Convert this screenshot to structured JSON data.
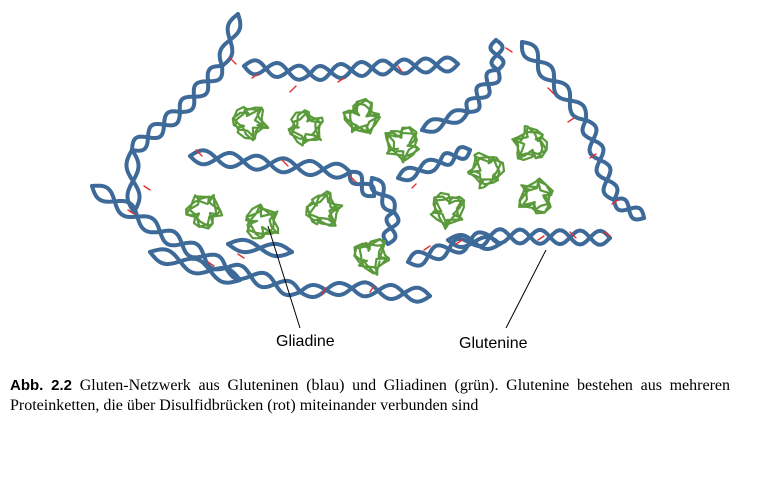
{
  "figure": {
    "label_gliadine": "Gliadine",
    "label_glutenine": "Glutenine",
    "colors": {
      "glutenin_strand": "#3d6a99",
      "gliadin_coil": "#5a9a3a",
      "disulfide_bridge": "#e03030"
    }
  },
  "caption": {
    "number": "Abb. 2.2",
    "text": "Gluten-Netzwerk aus Gluteninen (blau) und Gliadinen (grün). Glutenine bestehen aus mehreren Proteinketten, die über Disulfidbrücken (rot) miteinander verbunden sind"
  }
}
